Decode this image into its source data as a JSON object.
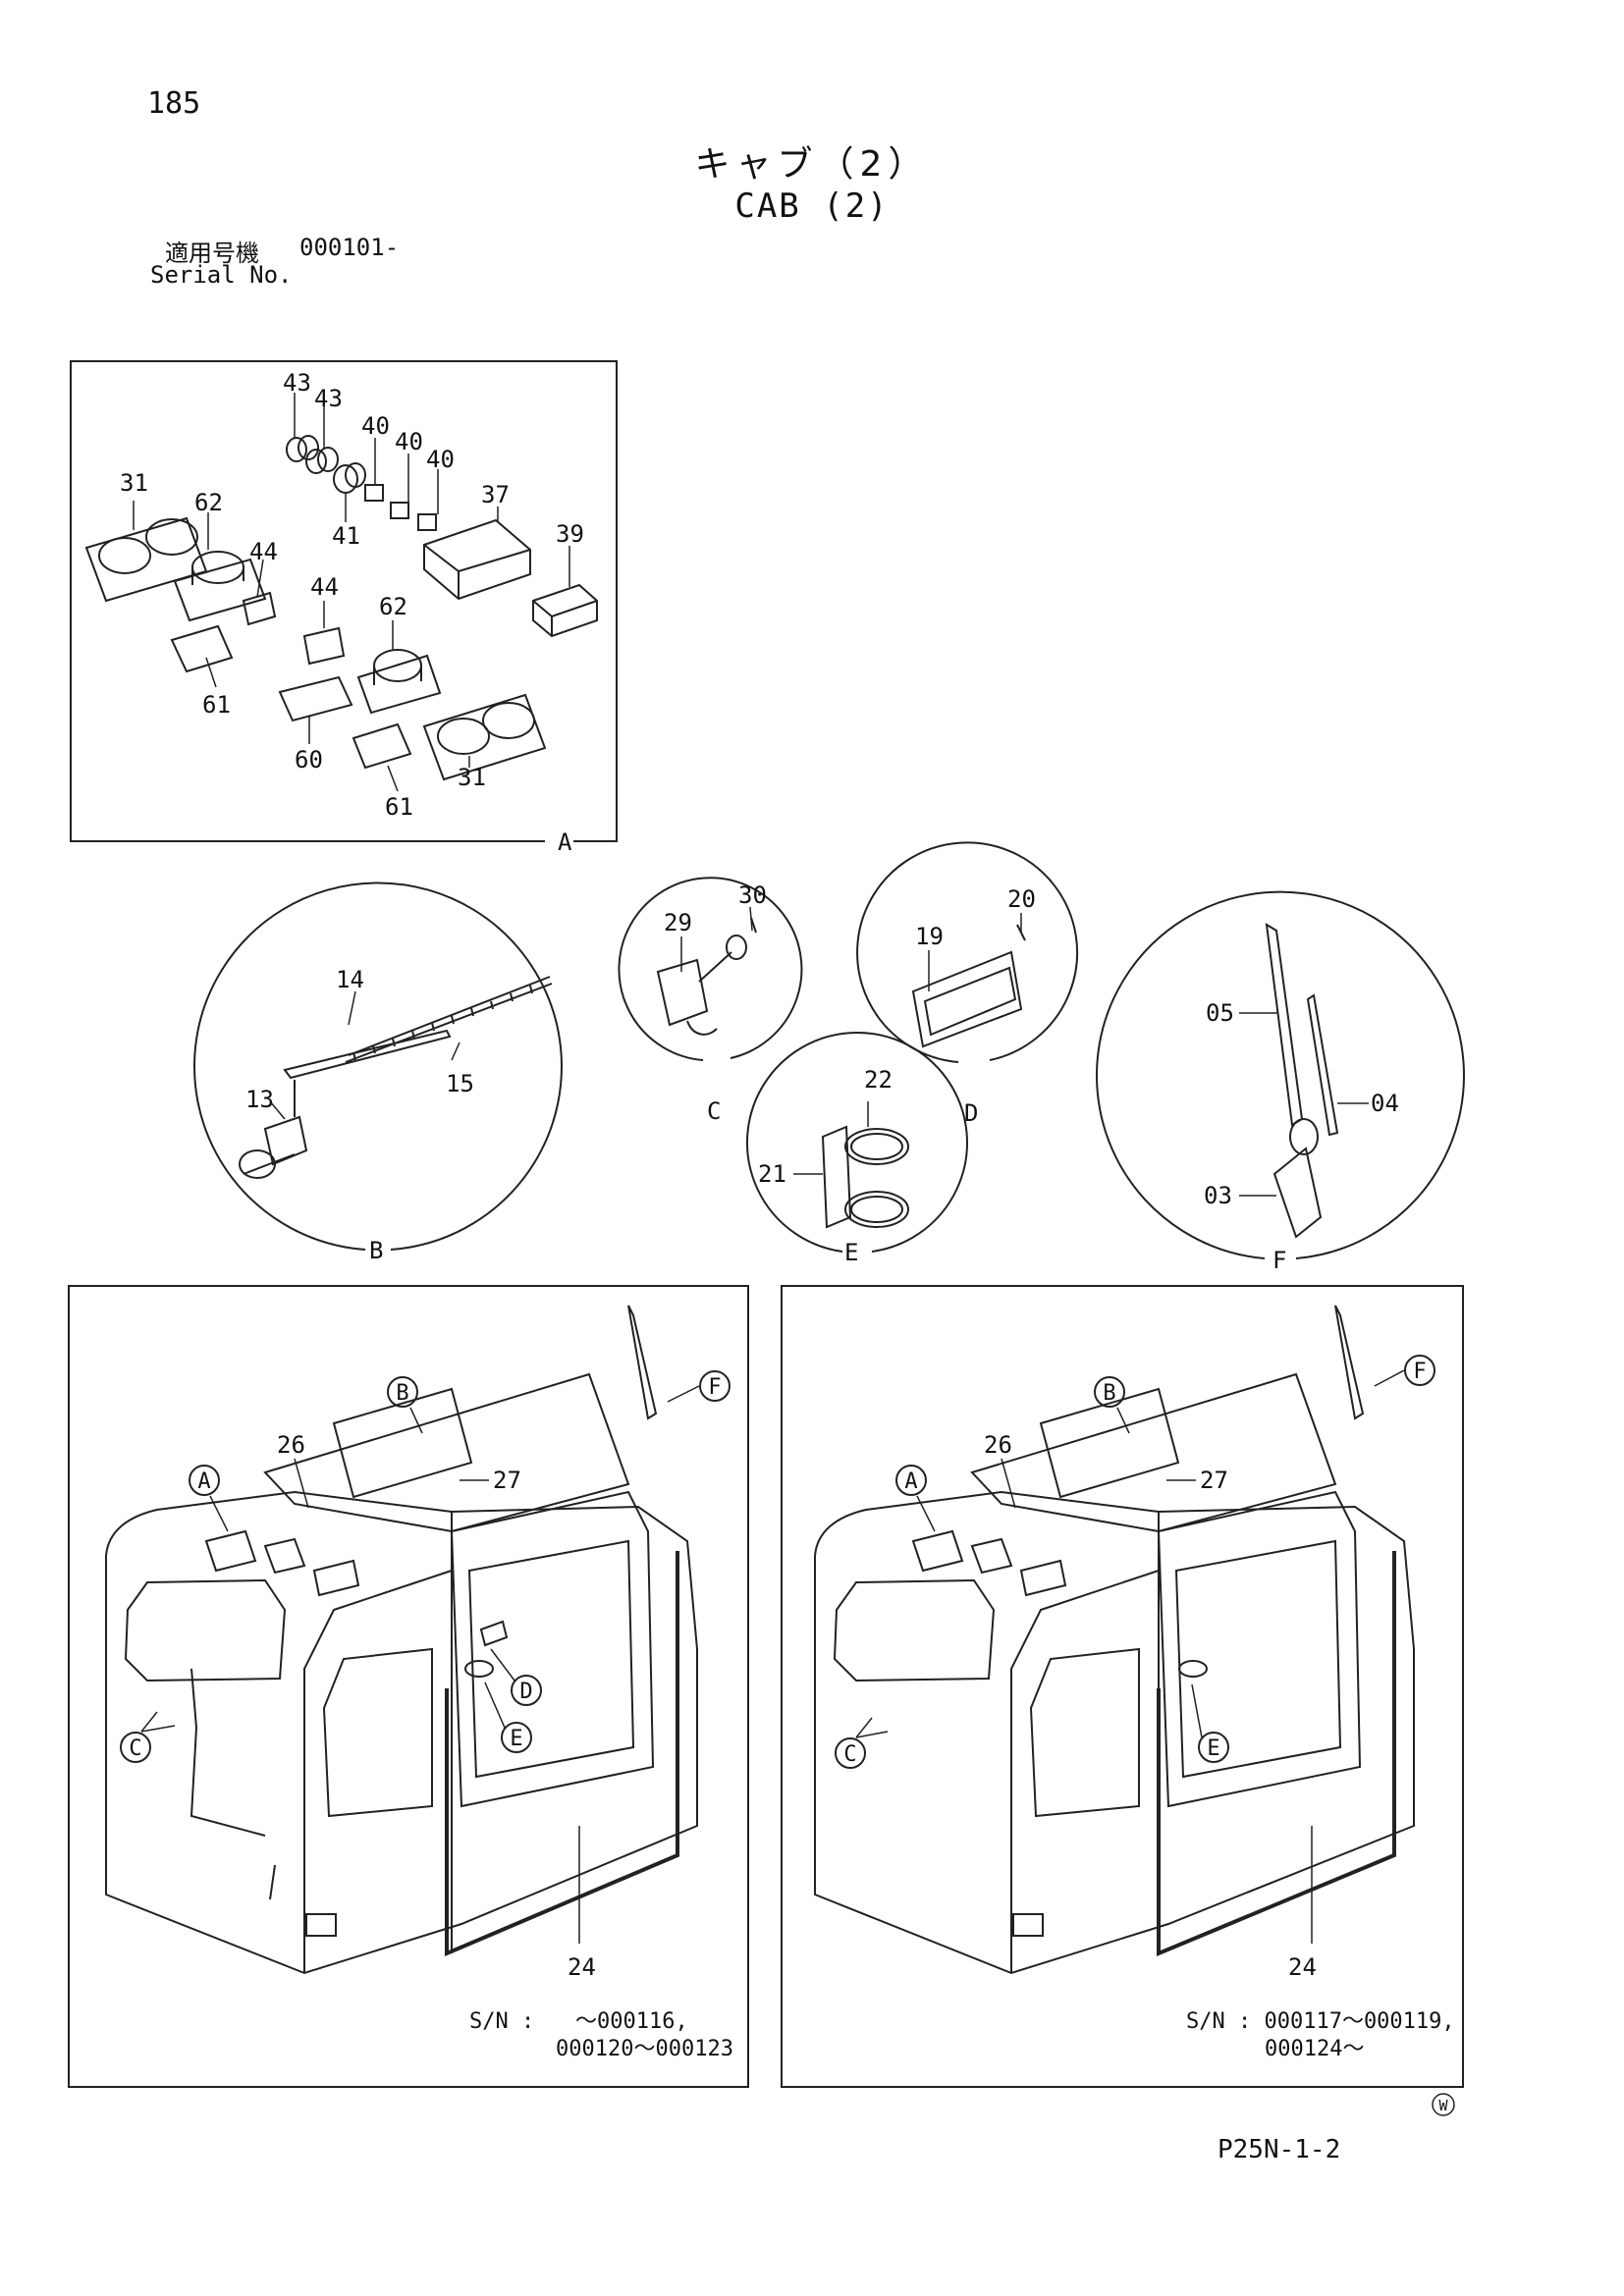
{
  "header": {
    "page_number": "185",
    "title_jp": "キャブ（2）",
    "title_en": "CAB (2)",
    "serial_label_jp": "適用号機",
    "serial_value": "000101-",
    "serial_label_en": "Serial No."
  },
  "detail_a": {
    "letter": "A",
    "callouts": [
      "43",
      "43",
      "40",
      "40",
      "40",
      "31",
      "62",
      "41",
      "37",
      "39",
      "44",
      "44",
      "62",
      "61",
      "60",
      "31",
      "61"
    ]
  },
  "detail_b": {
    "letter": "B",
    "callouts": [
      "14",
      "15",
      "13"
    ]
  },
  "detail_c": {
    "letter": "C",
    "callouts": [
      "30",
      "29"
    ]
  },
  "detail_d": {
    "letter": "D",
    "callouts": [
      "20",
      "19"
    ]
  },
  "detail_e": {
    "letter": "E",
    "callouts": [
      "22",
      "21"
    ]
  },
  "detail_f": {
    "letter": "F",
    "callouts": [
      "05",
      "04",
      "03"
    ]
  },
  "cab_left": {
    "callouts": [
      "26",
      "27",
      "24"
    ],
    "markers": [
      "A",
      "B",
      "C",
      "D",
      "E",
      "F"
    ],
    "sn_label": "S/N :",
    "sn_line1": "～000116,",
    "sn_line2": "000120～000123"
  },
  "cab_right": {
    "callouts": [
      "26",
      "27",
      "24"
    ],
    "markers": [
      "A",
      "B",
      "C",
      "E",
      "F"
    ],
    "sn_line1": "S/N : 000117～000119,",
    "sn_line2": "000124～"
  },
  "footer": {
    "mark": "W",
    "page_code": "P25N-1-2"
  }
}
